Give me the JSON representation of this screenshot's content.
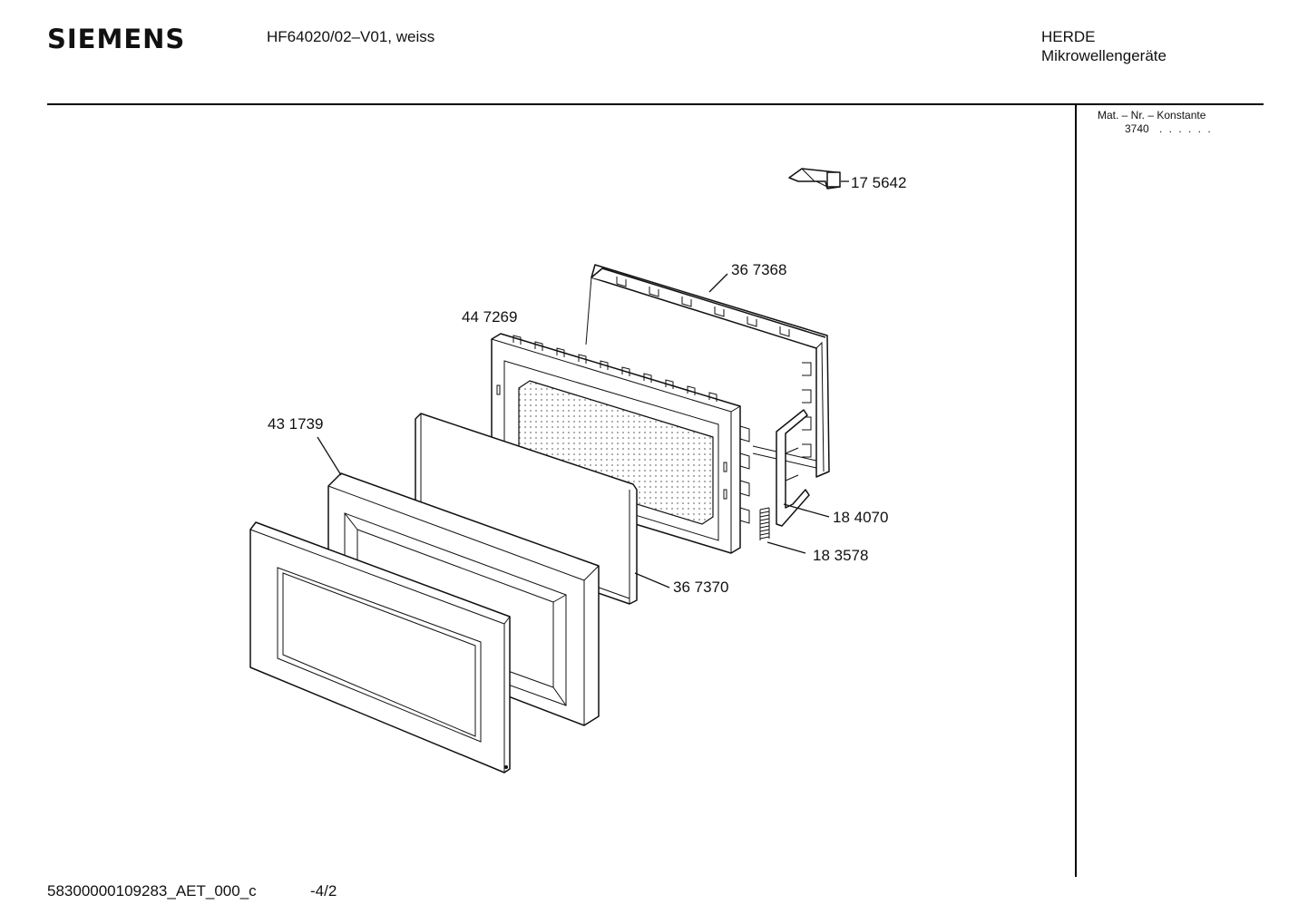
{
  "header": {
    "brand": "SIEMENS",
    "model": "HF64020/02–V01, weiss",
    "category_line1": "HERDE",
    "category_line2": "Mikrowellengeräte"
  },
  "side_panel": {
    "mat_label": "Mat. – Nr. – Konstante",
    "mat_value": "3740",
    "mat_dots": ". . . . . ."
  },
  "diagram": {
    "parts": [
      {
        "id": "175642",
        "label": "17 5642"
      },
      {
        "id": "367368",
        "label": "36 7368"
      },
      {
        "id": "447269",
        "label": "44 7269"
      },
      {
        "id": "431739",
        "label": "43 1739"
      },
      {
        "id": "184070",
        "label": "18 4070"
      },
      {
        "id": "183578",
        "label": "18 3578"
      },
      {
        "id": "367370",
        "label": "36 7370"
      }
    ]
  },
  "footer": {
    "doc_id": "58300000109283_AET_000_c",
    "page": "-4/2"
  }
}
